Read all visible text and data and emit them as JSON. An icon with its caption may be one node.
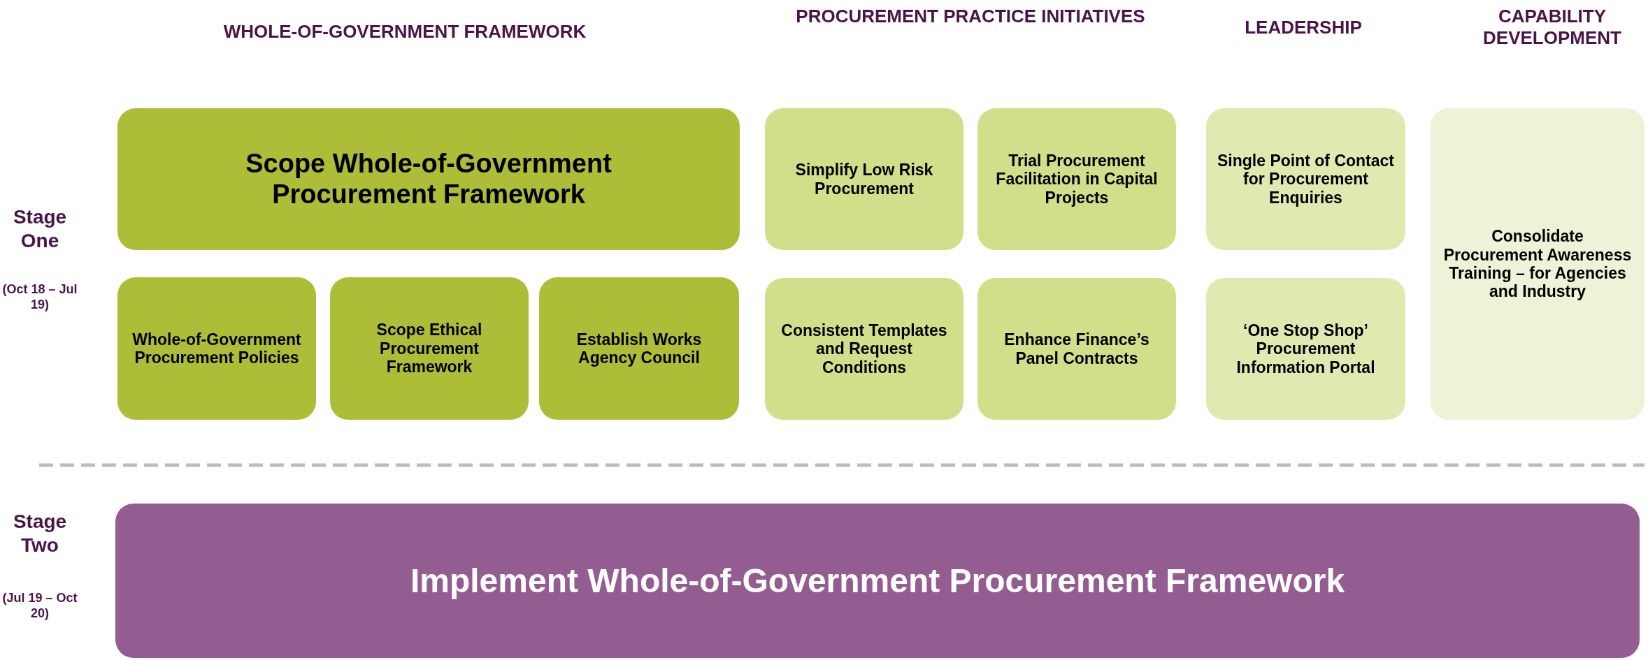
{
  "diagram": {
    "nodes": [
      {
        "text": [
          "Scope Whole-of-Government Procurement Framework"
        ]
      },
      {
        "text": [
          "Whole-of-Government Procurement Policies"
        ]
      },
      {
        "text": [
          "Scope Ethical Procurement Framework"
        ]
      },
      {
        "text": [
          "Establish Works Agency Council"
        ]
      },
      {
        "text": [
          "Simplify Low Risk Procurement"
        ]
      },
      {
        "text": [
          "Trial Procurement Facilitation in Capital Projects"
        ]
      },
      {
        "text": [
          "Consistent Templates and Request Conditions"
        ]
      },
      {
        "text": [
          "Enhance Finance’s Panel Contracts"
        ]
      },
      {
        "text": [
          "Single Point of Contact for Procurement Enquiries"
        ]
      },
      {
        "text": [
          "‘One Stop Shop’ Procurement Information Portal"
        ]
      },
      {
        "text": [
          "Consolidate Procurement Awareness Training – for Agencies and Industry"
        ]
      },
      {
        "text": [
          "Implement Whole-of-Government Procurement Framework"
        ]
      }
    ],
    "labels": [
      "WHOLE-OF-GOVERNMENT FRAMEWORK",
      "PROCUREMENT PRACTICE INITIATIVES",
      "LEADERSHIP",
      "CAPABILITY DEVELOPMENT",
      "Stage One",
      "(Oct 18 – Jul 19)",
      "Stage Two",
      "(Jul 19 – Oct 20)"
    ]
  }
}
